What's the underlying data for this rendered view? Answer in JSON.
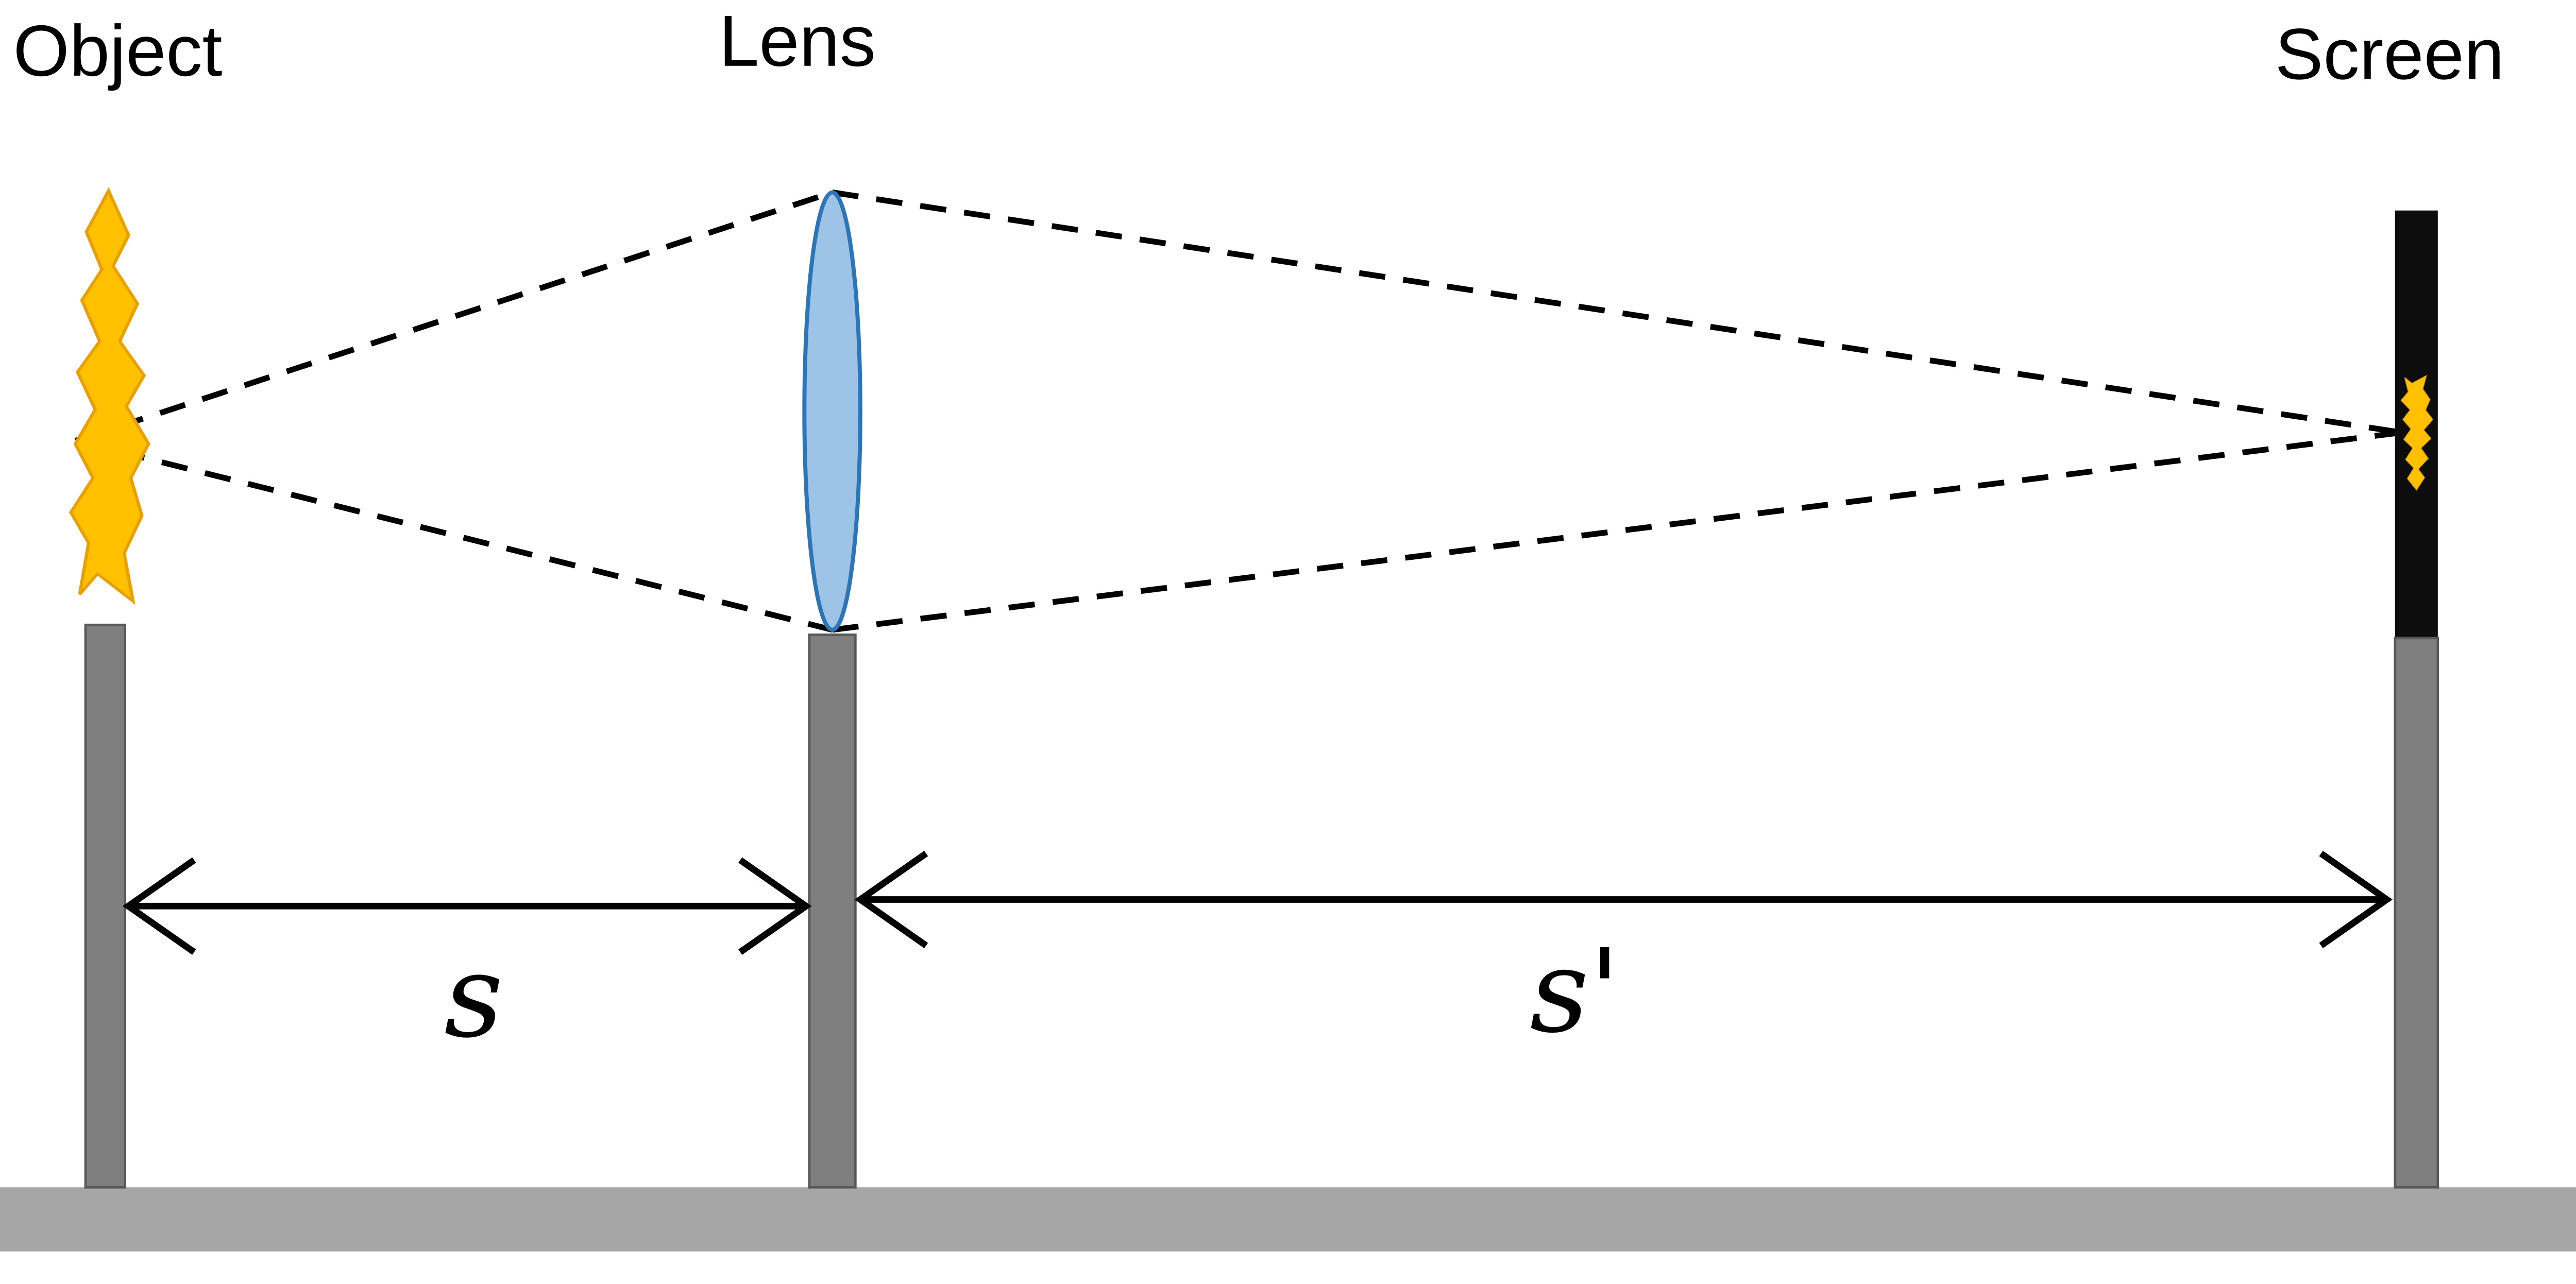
{
  "diagram": {
    "title_labels": {
      "object": "Object",
      "lens": "Lens",
      "screen": "Screen"
    },
    "distance_labels": {
      "object_distance": "s",
      "image_distance": "s'"
    },
    "colors": {
      "flame_yellow": "#FFC000",
      "flame_outline": "#E8A000",
      "lens_fill": "#9DC3E6",
      "lens_stroke": "#2E75B6",
      "stand_gray": "#7F7F7F",
      "stand_stroke": "#595959",
      "screen_black": "#0D0D0D",
      "ground_gray": "#A6A6A6",
      "ray_color": "#000000"
    }
  }
}
